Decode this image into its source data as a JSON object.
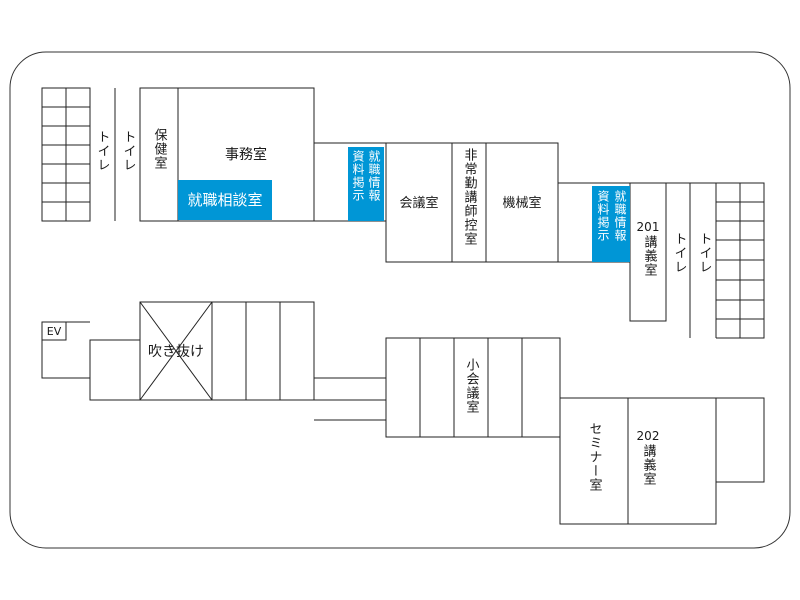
{
  "accent_color": "#0096d6",
  "rooms": {
    "toilet_1": "トイレ",
    "toilet_2": "トイレ",
    "health_room": "保健室",
    "office": "事務室",
    "career_consult": "就職相談室",
    "career_board_1": "就職情報資料掲示",
    "meeting_room": "会議室",
    "lecturer_room": "非常勤講師控室",
    "machine_room": "機械室",
    "career_board_2": "就職情報資料掲示",
    "lecture_201_num": "201",
    "lecture_201_name": "講義室",
    "toilet_3": "トイレ",
    "toilet_4": "トイレ",
    "ev": "EV",
    "atrium": "吹き抜け",
    "small_meeting": "小会議室",
    "seminar": "セミナー室",
    "lecture_202_num": "202",
    "lecture_202_name": "講義室"
  }
}
